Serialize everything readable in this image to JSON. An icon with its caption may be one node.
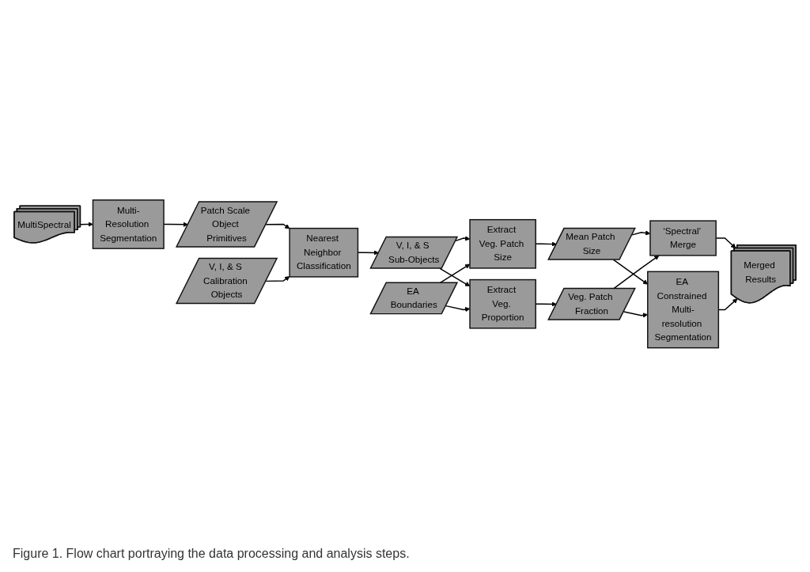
{
  "diagram": {
    "caption": "Figure 1. Flow chart portraying the data processing and analysis steps.",
    "nodes": [
      {
        "text": [
          "MultiSpectral"
        ]
      },
      {
        "text": [
          "Multi-Resolution Segmentation"
        ]
      },
      {
        "text": [
          "Patch Scale Object Primitives"
        ]
      },
      {
        "text": [
          "V, I, & S Calibration Objects"
        ]
      },
      {
        "text": [
          "Nearest Neighbor Classification"
        ]
      },
      {
        "text": [
          "V, I, & S Sub-Objects"
        ]
      },
      {
        "text": [
          "EA Boundaries"
        ]
      },
      {
        "text": [
          "Extract Veg. Patch Size"
        ]
      },
      {
        "text": [
          "Extract Veg. Proportion"
        ]
      },
      {
        "text": [
          "Mean Patch Size"
        ]
      },
      {
        "text": [
          "Veg. Patch Fraction"
        ]
      },
      {
        "text": [
          "‘Spectral’ Merge"
        ]
      },
      {
        "text": [
          "EA Constrained Multi-resolution Segmentation"
        ]
      },
      {
        "text": [
          "Merged Results"
        ]
      }
    ],
    "edges": [
      {
        "from": 0,
        "to": 1,
        "arrow": "to"
      },
      {
        "from": 1,
        "to": 2,
        "arrow": "to"
      },
      {
        "from": 2,
        "to": 4,
        "arrow": "to"
      },
      {
        "from": 3,
        "to": 4,
        "arrow": "to"
      },
      {
        "from": 4,
        "to": 5,
        "arrow": "to"
      },
      {
        "from": 5,
        "to": 7,
        "arrow": "to"
      },
      {
        "from": 5,
        "to": 8,
        "arrow": "to"
      },
      {
        "from": 6,
        "to": 7,
        "arrow": "to"
      },
      {
        "from": 6,
        "to": 8,
        "arrow": "to"
      },
      {
        "from": 7,
        "to": 9,
        "arrow": "to"
      },
      {
        "from": 8,
        "to": 10,
        "arrow": "to"
      },
      {
        "from": 9,
        "to": 11,
        "arrow": "to"
      },
      {
        "from": 9,
        "to": 12,
        "arrow": "to"
      },
      {
        "from": 10,
        "to": 11,
        "arrow": "to"
      },
      {
        "from": 10,
        "to": 12,
        "arrow": "to"
      },
      {
        "from": 11,
        "to": 13,
        "arrow": "to"
      },
      {
        "from": 12,
        "to": 13,
        "arrow": "to"
      }
    ]
  }
}
